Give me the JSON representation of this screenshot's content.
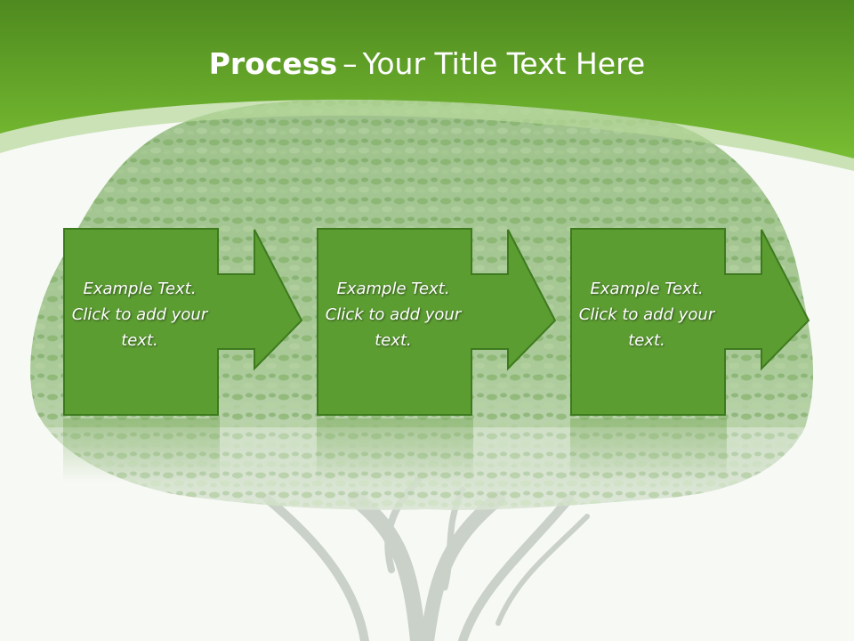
{
  "title": {
    "bold": "Process",
    "separator": "–",
    "rest": "Your Title Text Here"
  },
  "steps": [
    {
      "text": "Example Text. Click  to add your text."
    },
    {
      "text": "Example Text. Click  to add your text."
    },
    {
      "text": "Example Text. Click  to add your text."
    }
  ],
  "colors": {
    "header_green": "#6db32c",
    "box_green": "#5c9d32",
    "box_border": "#3d7a1e"
  }
}
